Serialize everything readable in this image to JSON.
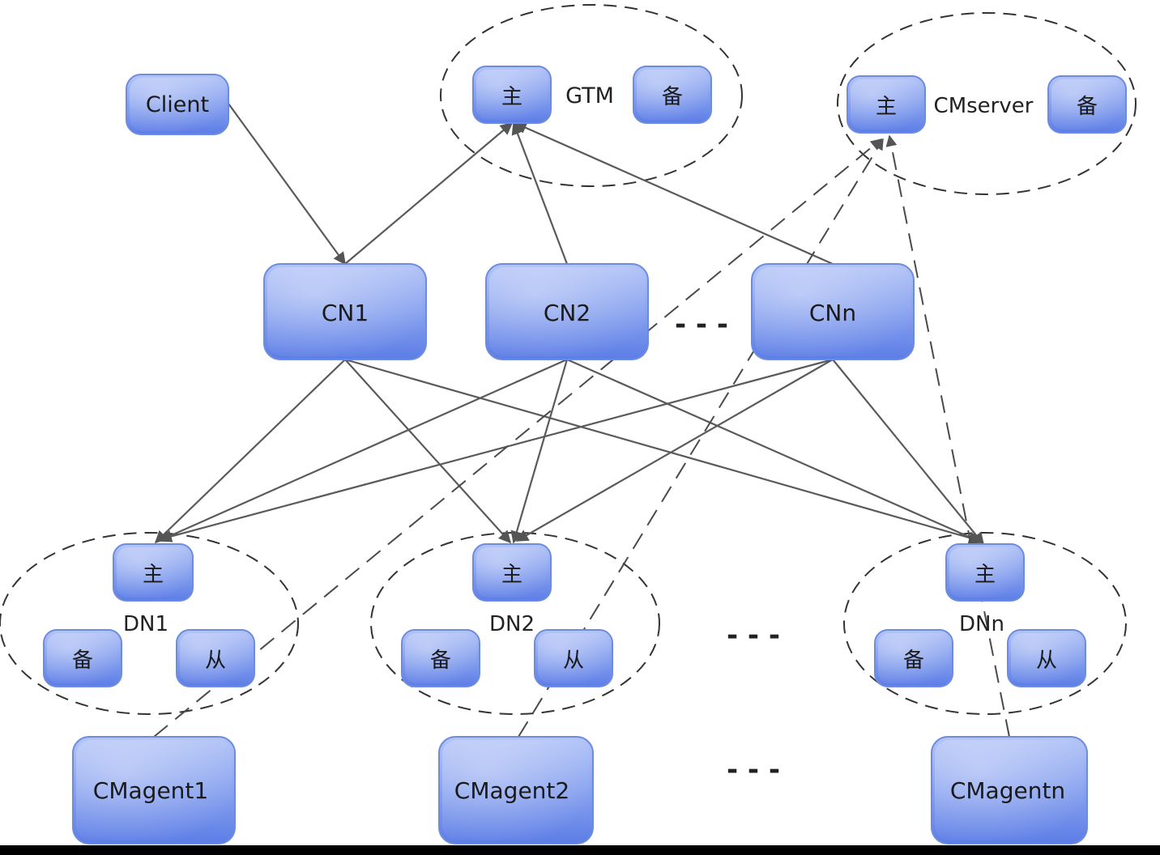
{
  "nodes": {
    "client": "Client",
    "cn1": "CN1",
    "cn2": "CN2",
    "cnn": "CNn",
    "cmagent1": "CMagent1",
    "cmagent2": "CMagent2",
    "cmagentn": "CMagentn"
  },
  "groups": {
    "gtm": {
      "label": "GTM",
      "primary": "主",
      "standby": "备"
    },
    "cmserver": {
      "label": "CMserver",
      "primary": "主",
      "standby": "备"
    },
    "dn1": {
      "label": "DN1",
      "primary": "主",
      "standby": "备",
      "secondary": "从"
    },
    "dn2": {
      "label": "DN2",
      "primary": "主",
      "standby": "备",
      "secondary": "从"
    },
    "dnn": {
      "label": "DNn",
      "primary": "主",
      "standby": "备",
      "secondary": "从"
    }
  },
  "ellipsis": "- - -",
  "colors": {
    "node_fill_light": "#a9bcf5",
    "node_fill_dark": "#5f80e8",
    "node_border": "#6d8ce0",
    "edge": "#5a5a5a",
    "dashed_edge": "#4a4a4a"
  }
}
